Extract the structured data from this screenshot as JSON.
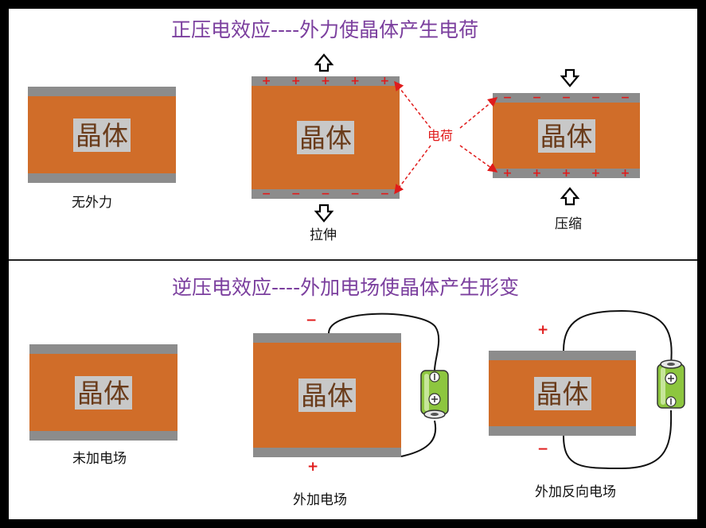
{
  "top": {
    "title": "正压电效应----外力使晶体产生电荷",
    "crystal_text": "晶体",
    "no_force_label": "无外力",
    "stretch_label": "拉伸",
    "compress_label": "压缩",
    "charge_label": "电荷",
    "plus": "+",
    "minus": "−"
  },
  "bottom": {
    "title": "逆压电效应----外加电场使晶体产生形变",
    "crystal_text": "晶体",
    "no_field_label": "未加电场",
    "field_label": "外加电场",
    "reverse_field_label": "外加反向电场",
    "plus": "+",
    "minus": "−"
  },
  "colors": {
    "crystal": "#d06d29",
    "plate": "#8c8c8c",
    "charge": "#e01b1b",
    "title": "#7b3f9e",
    "battery": "#8dc63f"
  }
}
